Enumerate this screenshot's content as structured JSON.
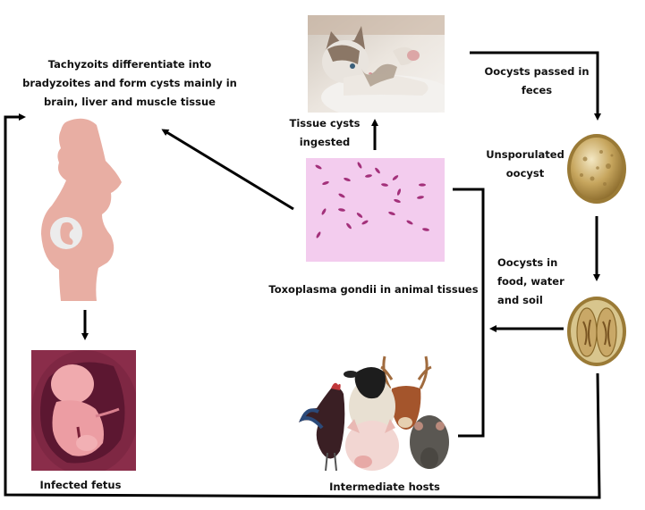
{
  "title": "Toxoplasma gondii life cycle",
  "nodes": {
    "human_tissue": {
      "label_lines": [
        "Tachyzoits differentiate into",
        "bradyzoites and form cysts mainly in",
        "brain, liver and muscle tissue"
      ],
      "image": "pregnant-woman-silhouette"
    },
    "cat": {
      "image": "cat-definitive-host"
    },
    "tissue_cysts": {
      "label_lines": [
        "Tissue cysts",
        "ingested"
      ]
    },
    "oocysts_feces": {
      "label_lines": [
        "Oocysts passed in",
        "feces"
      ]
    },
    "unsporulated": {
      "label_lines": [
        "Unsporulated",
        "oocyst"
      ],
      "image": "unsporulated-oocyst"
    },
    "toxoplasma": {
      "label_lines": [
        "Toxoplasma gondii in animal tissues"
      ],
      "image": "tachyzoites-micrograph"
    },
    "oocysts_env": {
      "label_lines": [
        "Oocysts in",
        "food, water",
        "and soil"
      ],
      "image": "sporulated-oocyst"
    },
    "fetus": {
      "label_lines": [
        "Infected fetus"
      ],
      "image": "fetus-in-womb"
    },
    "hosts": {
      "label_lines": [
        "Intermediate hosts"
      ],
      "image": "intermediate-host-animals",
      "animals": [
        "rooster",
        "sheep",
        "deer",
        "pig",
        "rat"
      ]
    }
  },
  "edges": [
    {
      "from": "cat",
      "to": "unsporulated",
      "label": "Oocysts passed in feces"
    },
    {
      "from": "unsporulated",
      "to": "oocysts_env"
    },
    {
      "from": "oocysts_env",
      "to": "hosts"
    },
    {
      "from": "oocysts_env",
      "to": "human_tissue"
    },
    {
      "from": "hosts",
      "to": "toxoplasma"
    },
    {
      "from": "toxoplasma",
      "to": "cat",
      "label": "Tissue cysts ingested"
    },
    {
      "from": "toxoplasma",
      "to": "human_tissue"
    },
    {
      "from": "human_tissue",
      "to": "fetus"
    }
  ],
  "colors": {
    "arrow": "#000000",
    "woman": "#e8aea3",
    "fetus_bg": "#8a2d4a",
    "micrograph_bg": "#f3ccee",
    "parasite": "#a3307a",
    "oocyst": "#b38f42"
  }
}
